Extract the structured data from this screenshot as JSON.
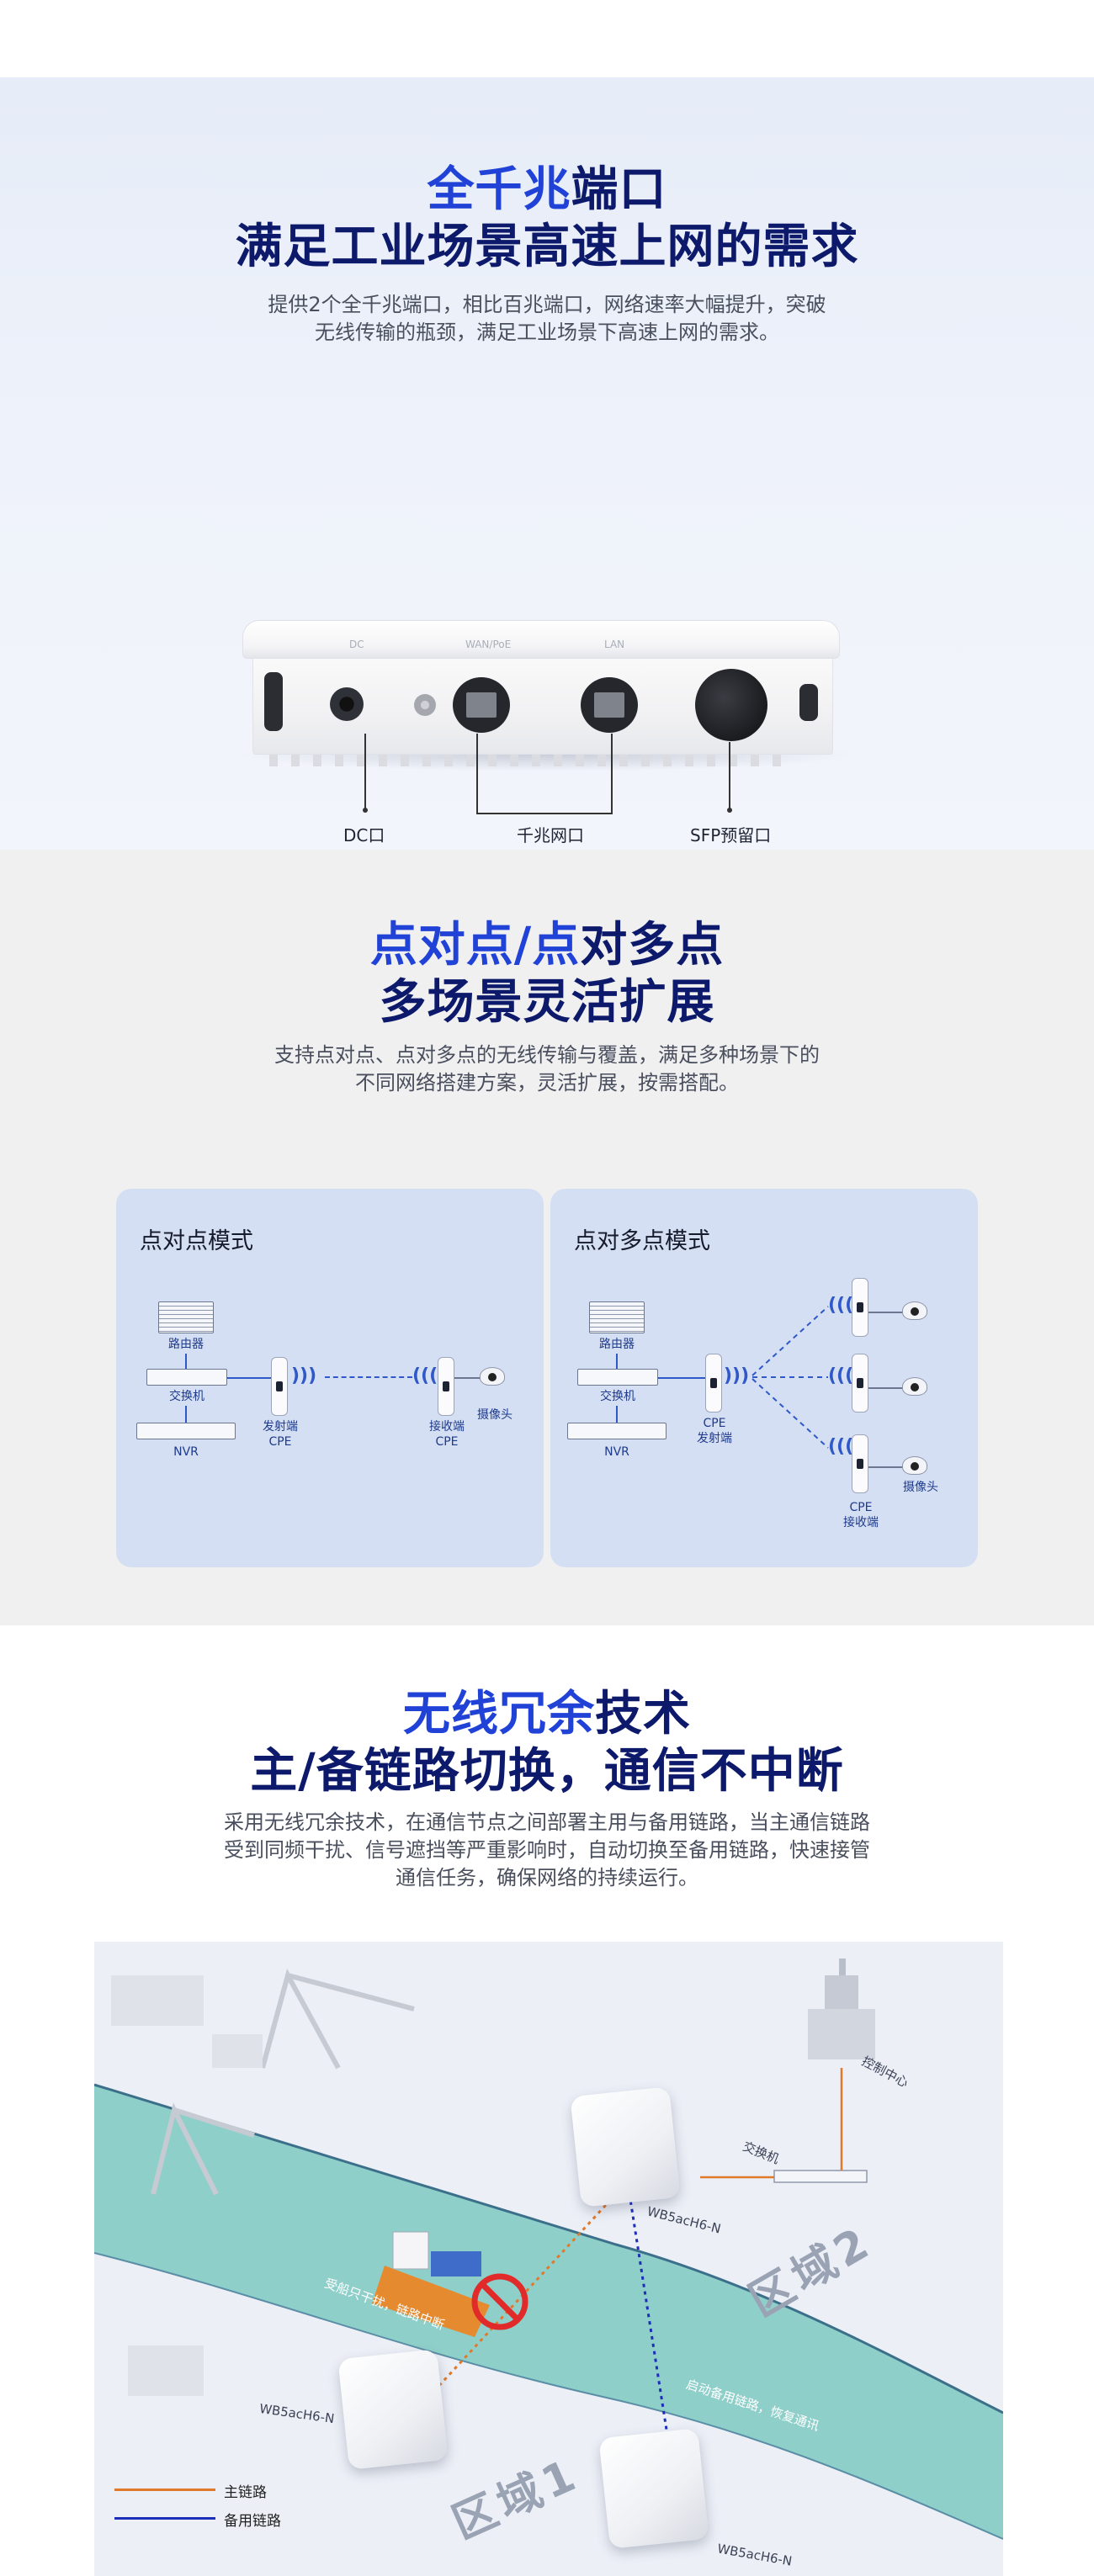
{
  "section1": {
    "title_hl": "全千兆",
    "title_rest": "端口",
    "title_line2": "满足工业场景高速上网的需求",
    "desc_line1": "提供2个全千兆端口，相比百兆端口，网络速率大幅提升，突破",
    "desc_line2": "无线传输的瓶颈，满足工业场景下高速上网的需求。",
    "device_labels": {
      "dc": "DC",
      "wan": "WAN/PoE",
      "lan": "LAN"
    },
    "callouts": {
      "dc": "DC口",
      "gigabit": "千兆网口",
      "sfp": "SFP预留口"
    }
  },
  "section2": {
    "title_hl": "点对点/点",
    "title_rest": "对多点",
    "title_line2": "多场景灵活扩展",
    "desc_line1": "支持点对点、点对多点的无线传输与覆盖，满足多种场景下的",
    "desc_line2": "不同网络搭建方案，灵活扩展，按需搭配。",
    "p2p": {
      "title": "点对点模式",
      "router": "路由器",
      "switch": "交换机",
      "nvr": "NVR",
      "tx_line1": "发射端",
      "tx_line2": "CPE",
      "rx_line1": "接收端",
      "rx_line2": "CPE",
      "camera": "摄像头"
    },
    "p2mp": {
      "title": "点对多点模式",
      "router": "路由器",
      "switch": "交换机",
      "nvr": "NVR",
      "tx_line1": "CPE",
      "tx_line2": "发射端",
      "rx_line1": "CPE",
      "rx_line2": "接收端",
      "camera": "摄像头"
    }
  },
  "section3": {
    "title_hl": "无线冗余",
    "title_rest": "技术",
    "title_line2": "主/备链路切换，通信不中断",
    "desc_line1": "采用无线冗余技术，在通信节点之间部署主用与备用链路，当主通信链路",
    "desc_line2": "受到同频干扰、信号遮挡等严重影响时，自动切换至备用链路，快速接管",
    "desc_line3": "通信任务，确保网络的持续运行。",
    "scene": {
      "control_center": "控制中心",
      "switch": "交换机",
      "ap_model": "WB5acH6-N",
      "interference": "受船只干扰，链路中断",
      "backup_note": "启动备用链路，恢复通讯",
      "zone1": "区域1",
      "zone2": "区域2",
      "legend_primary": "主链路",
      "legend_backup": "备用链路"
    },
    "colors": {
      "primary_link": "#e07a2a",
      "backup_link": "#1d2fb8",
      "water": "#8fcfc9"
    }
  }
}
